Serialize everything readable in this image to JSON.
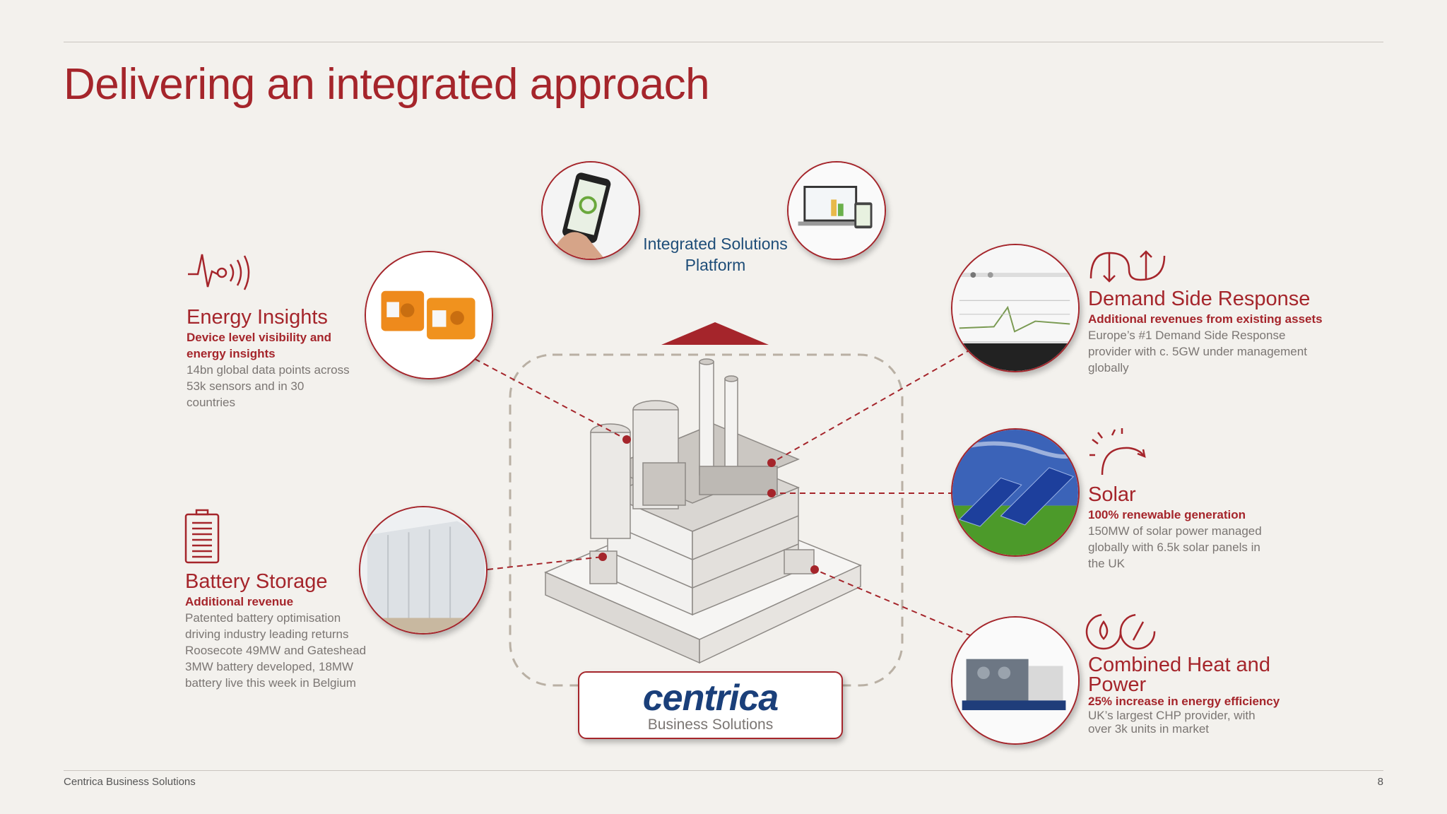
{
  "title": "Delivering an integrated approach",
  "platform": {
    "line1": "Integrated Solutions",
    "line2": "Platform"
  },
  "logo": {
    "brand": "centrica",
    "sub": "Business Solutions"
  },
  "blocks": {
    "energy": {
      "heading": "Energy Insights",
      "sub1": "Device level visibility and",
      "sub2": "energy insights",
      "body": [
        "14bn global data points across",
        "53k sensors and in 30",
        "countries"
      ]
    },
    "battery": {
      "heading": "Battery Storage",
      "sub1": "Additional revenue",
      "body": [
        "Patented battery optimisation",
        "driving industry leading returns",
        "Roosecote 49MW and Gateshead",
        "3MW battery developed, 18MW",
        "battery live this week in Belgium"
      ]
    },
    "dsr": {
      "heading": "Demand Side Response",
      "sub1": "Additional revenues from existing assets",
      "body": [
        "Europe’s #1 Demand Side Response",
        "provider with c. 5GW under management",
        "globally"
      ]
    },
    "solar": {
      "heading": "Solar",
      "sub1": "100% renewable generation",
      "body": [
        "150MW of solar power managed",
        "globally with 6.5k solar panels in",
        "the UK"
      ]
    },
    "chp": {
      "heading1": "Combined Heat and",
      "heading2": "Power",
      "sub1": "25% increase in energy efficiency",
      "body": [
        "UK’s largest CHP provider, with",
        "over 3k units in market"
      ]
    }
  },
  "footer": {
    "left": "Centrica Business Solutions",
    "page": "8"
  },
  "colors": {
    "accent": "#a5252b",
    "navy": "#1e4d78",
    "text_grey": "#7b7673",
    "background": "#f3f1ed"
  },
  "icons": [
    "pulse-wave-icon",
    "battery-icon",
    "demand-response-arrows-icon",
    "sun-icon",
    "chp-cycle-icon"
  ]
}
